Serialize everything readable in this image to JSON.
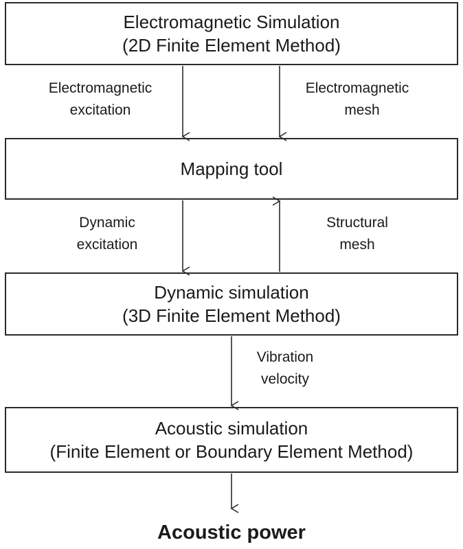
{
  "boxes": {
    "em_sim": {
      "line1": "Electromagnetic Simulation",
      "line2": "(2D Finite Element Method)"
    },
    "mapping": {
      "line1": "Mapping tool"
    },
    "dyn_sim": {
      "line1": "Dynamic simulation",
      "line2": "(3D Finite Element Method)"
    },
    "ac_sim": {
      "line1": "Acoustic simulation",
      "line2": "(Finite Element or Boundary Element Method)"
    }
  },
  "labels": {
    "em_excitation": {
      "line1": "Electromagnetic",
      "line2": "excitation"
    },
    "em_mesh": {
      "line1": "Electromagnetic",
      "line2": "mesh"
    },
    "dyn_excitation": {
      "line1": "Dynamic",
      "line2": "excitation"
    },
    "struct_mesh": {
      "line1": "Structural",
      "line2": "mesh"
    },
    "vibration": {
      "line1": "Vibration",
      "line2": "velocity"
    }
  },
  "output": {
    "label": "Acoustic power"
  }
}
